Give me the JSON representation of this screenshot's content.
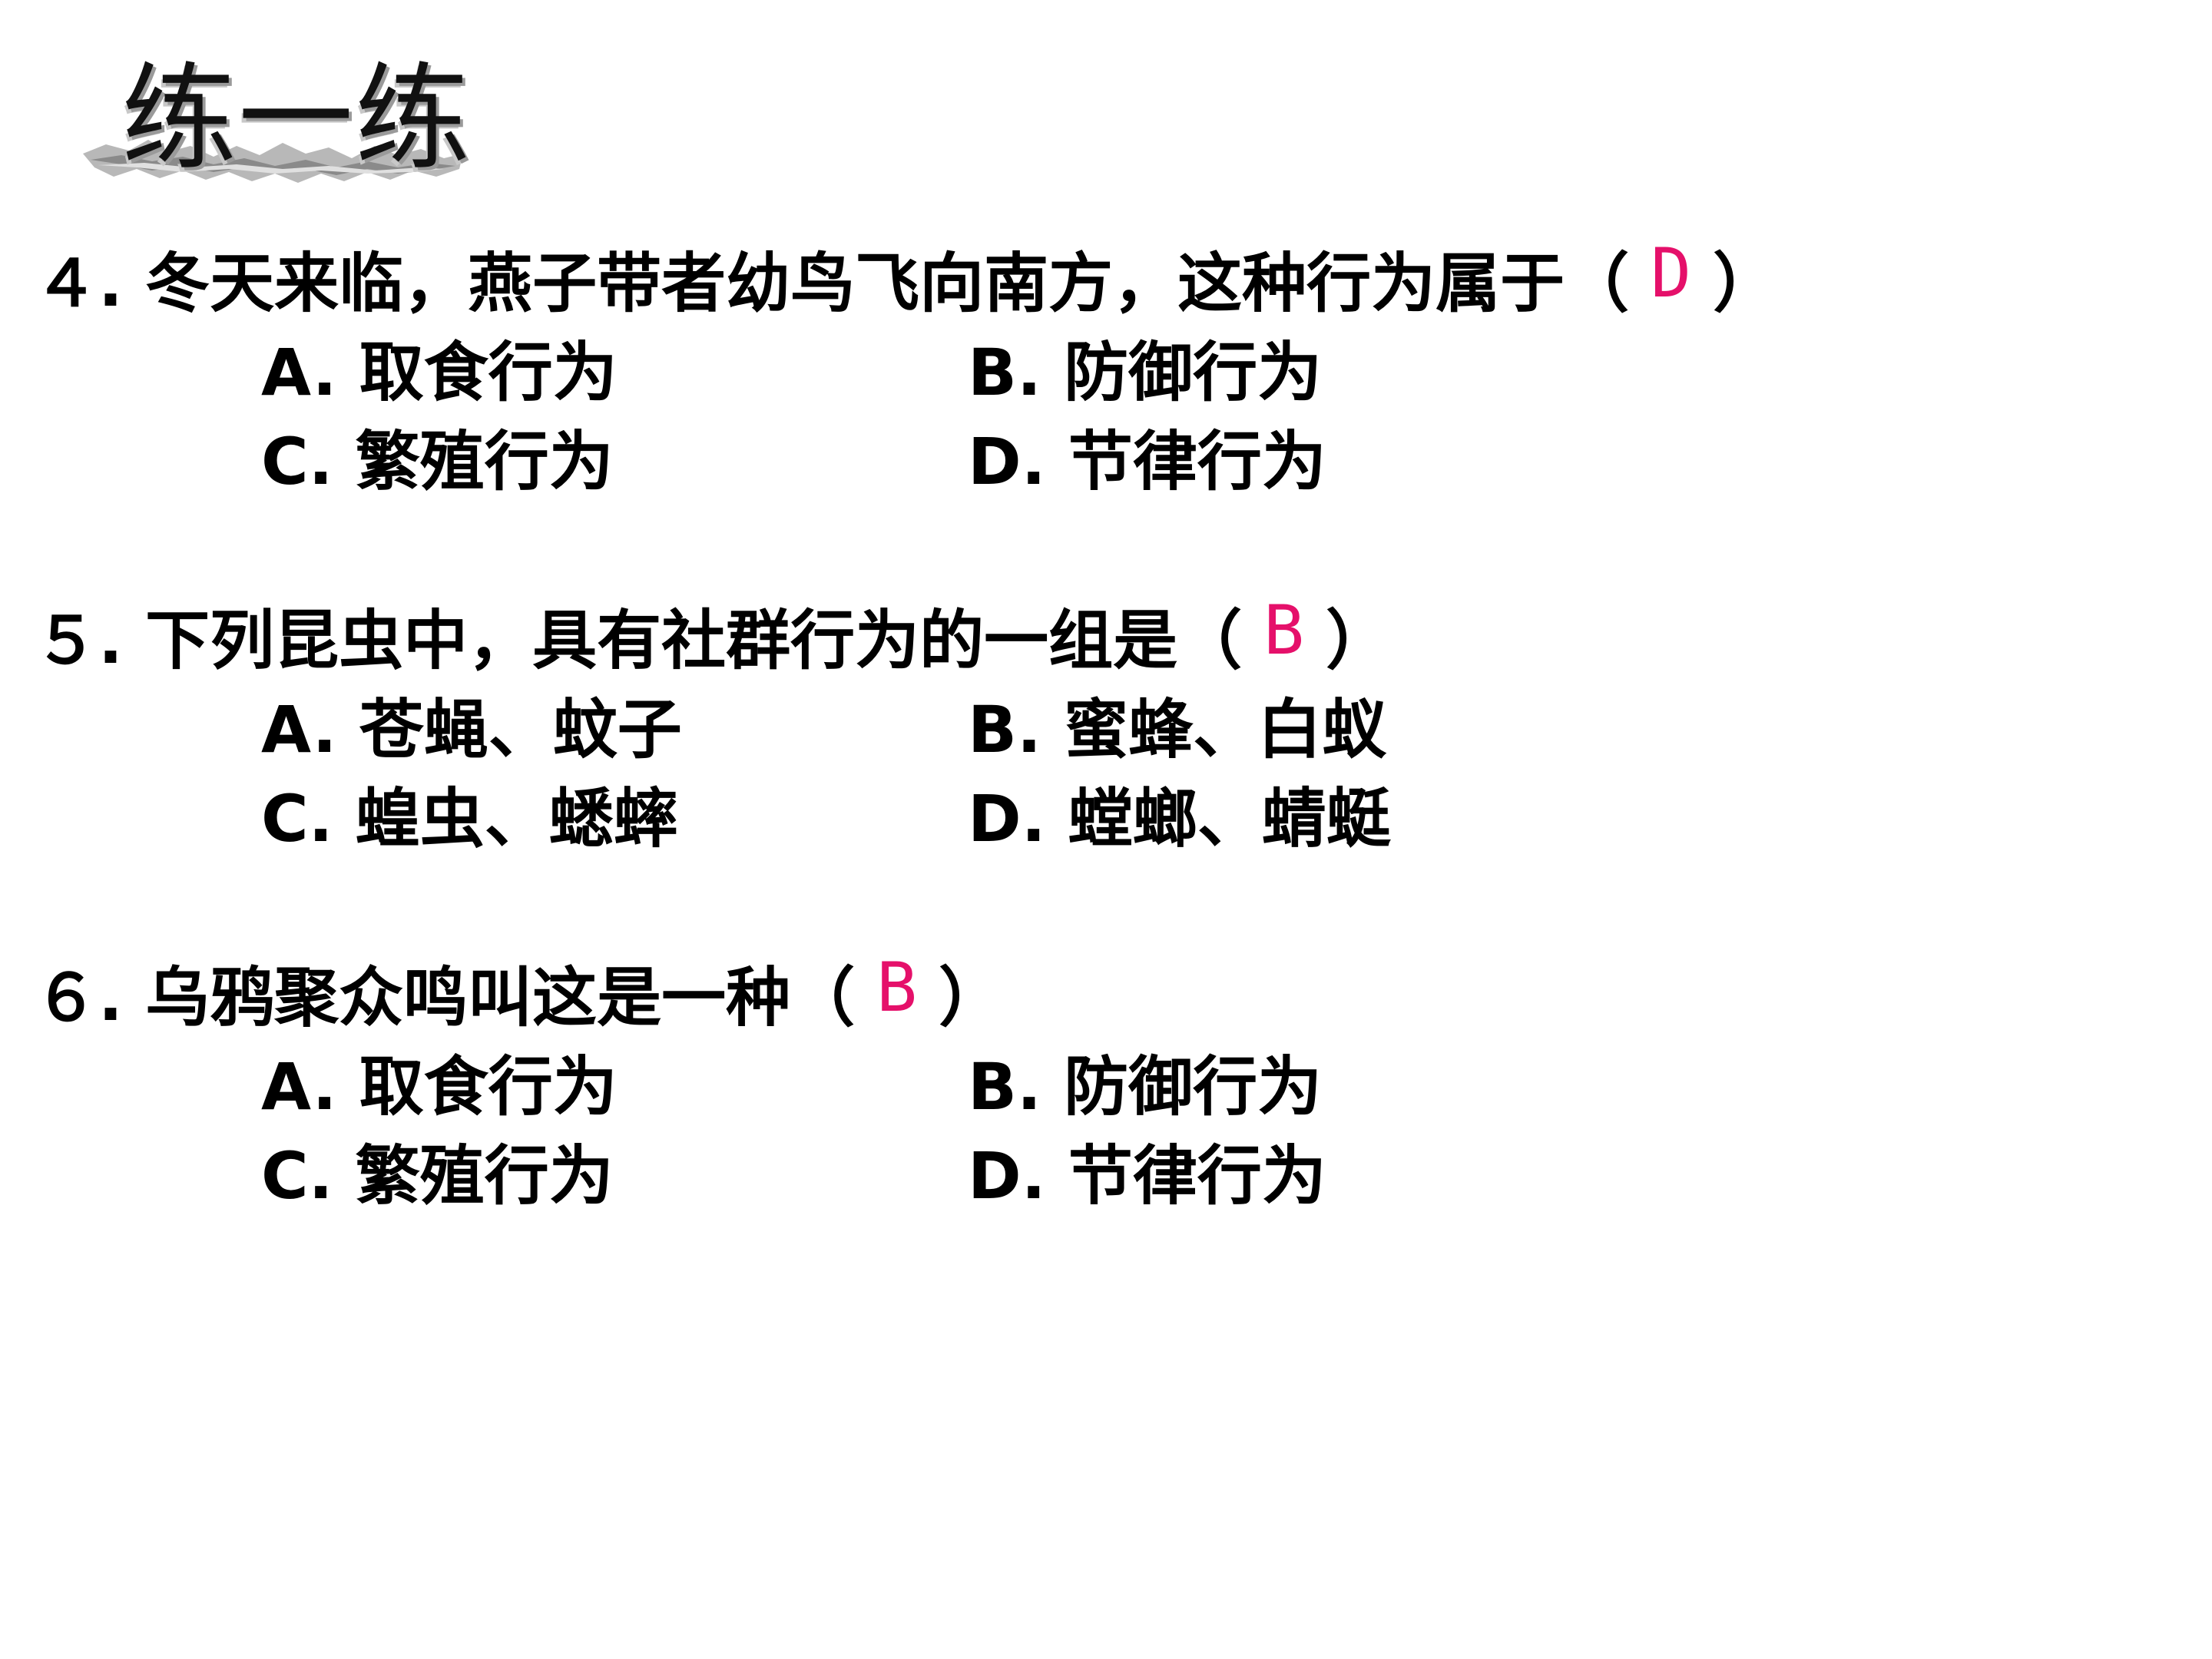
{
  "title": "练一练",
  "questions": [
    {
      "stem": "４. 冬天来临，燕子带者幼鸟飞向南方，这种行为属于（",
      "answer": "D",
      "close": "）",
      "options": [
        "A. 取食行为",
        "B. 防御行为",
        "C. 繁殖行为",
        "D. 节律行为"
      ]
    },
    {
      "stem": "５. 下列昆虫中，具有社群行为的一组是（",
      "answer": "B",
      "close": "）",
      "options": [
        "A. 苍蝇、蚊子",
        "B. 蜜蜂、白蚁",
        "C. 蝗虫、蟋蟀",
        "D. 螳螂、蜻蜓"
      ]
    },
    {
      "stem": "６. 乌鸦聚众鸣叫这是一种（",
      "answer": "B",
      "close": "）",
      "options": [
        "A. 取食行为",
        "B. 防御行为",
        "C. 繁殖行为",
        "D. 节律行为"
      ]
    }
  ],
  "colors": {
    "answer": "#e5106a",
    "text": "#000000"
  }
}
